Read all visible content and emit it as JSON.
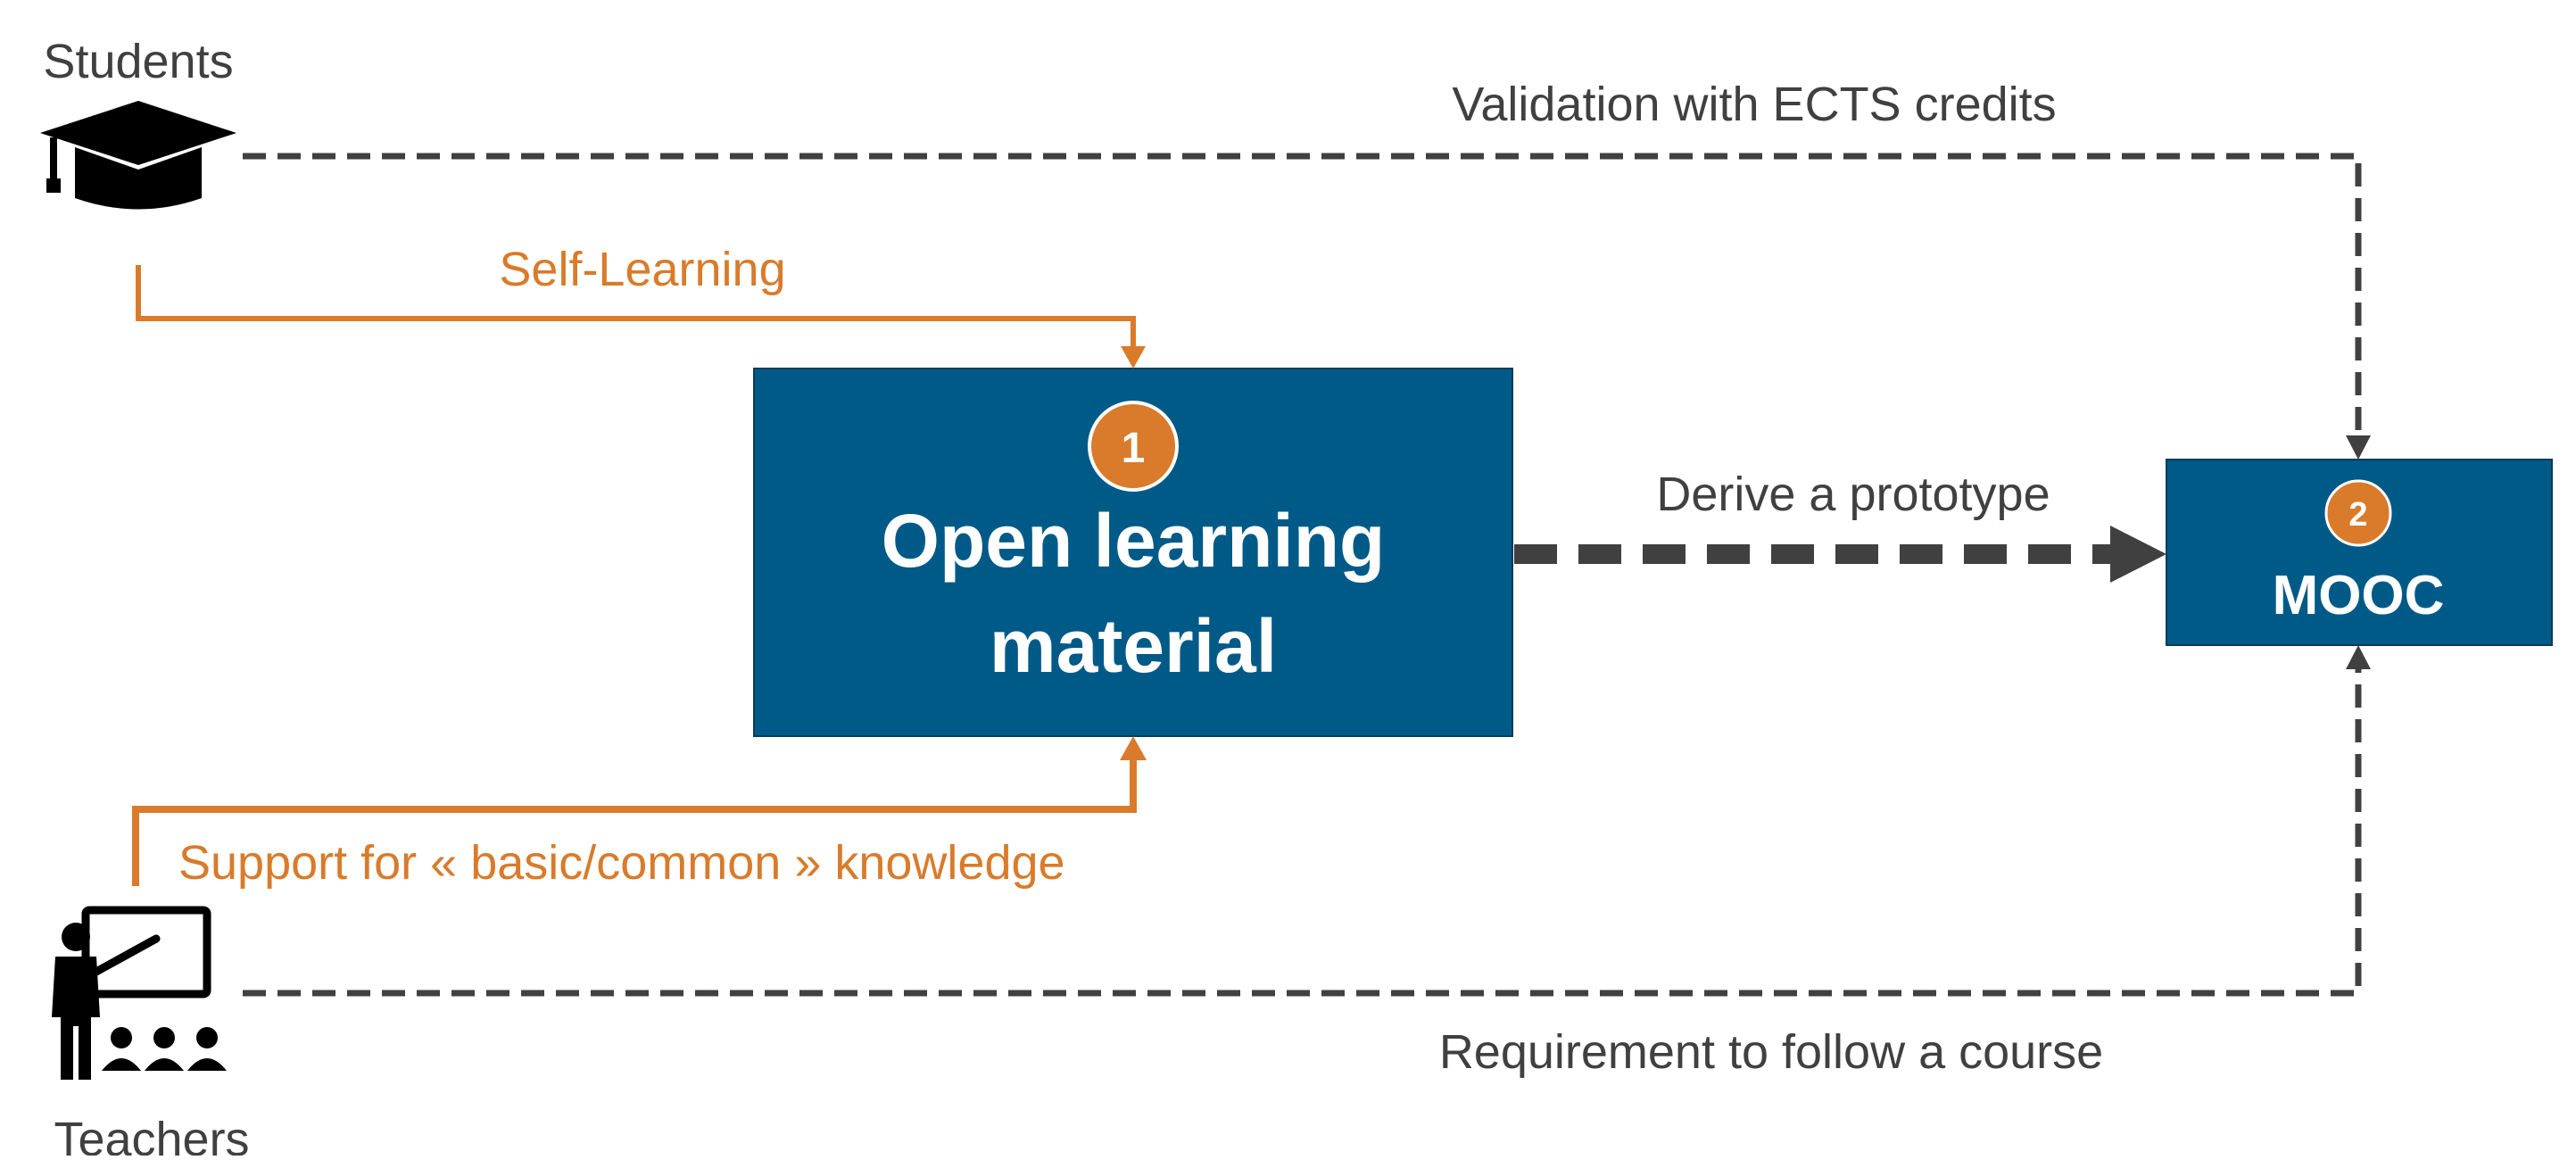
{
  "actors": {
    "students": {
      "label": "Students",
      "icon": "graduation-cap-icon"
    },
    "teachers": {
      "label": "Teachers",
      "icon": "teacher-presentation-icon"
    }
  },
  "boxes": {
    "open_learning": {
      "number": "1",
      "title_line1": "Open learning",
      "title_line2": "material"
    },
    "mooc": {
      "number": "2",
      "title": "MOOC"
    }
  },
  "edges": {
    "self_learning": "Self-Learning",
    "support": "Support for « basic/common » knowledge",
    "validation": "Validation with ECTS credits",
    "derive": "Derive a prototype",
    "requirement": "Requirement to follow a course"
  },
  "colors": {
    "box_fill": "#005a87",
    "orange": "#d97b2b",
    "dark_gray": "#404040",
    "white": "#ffffff"
  }
}
